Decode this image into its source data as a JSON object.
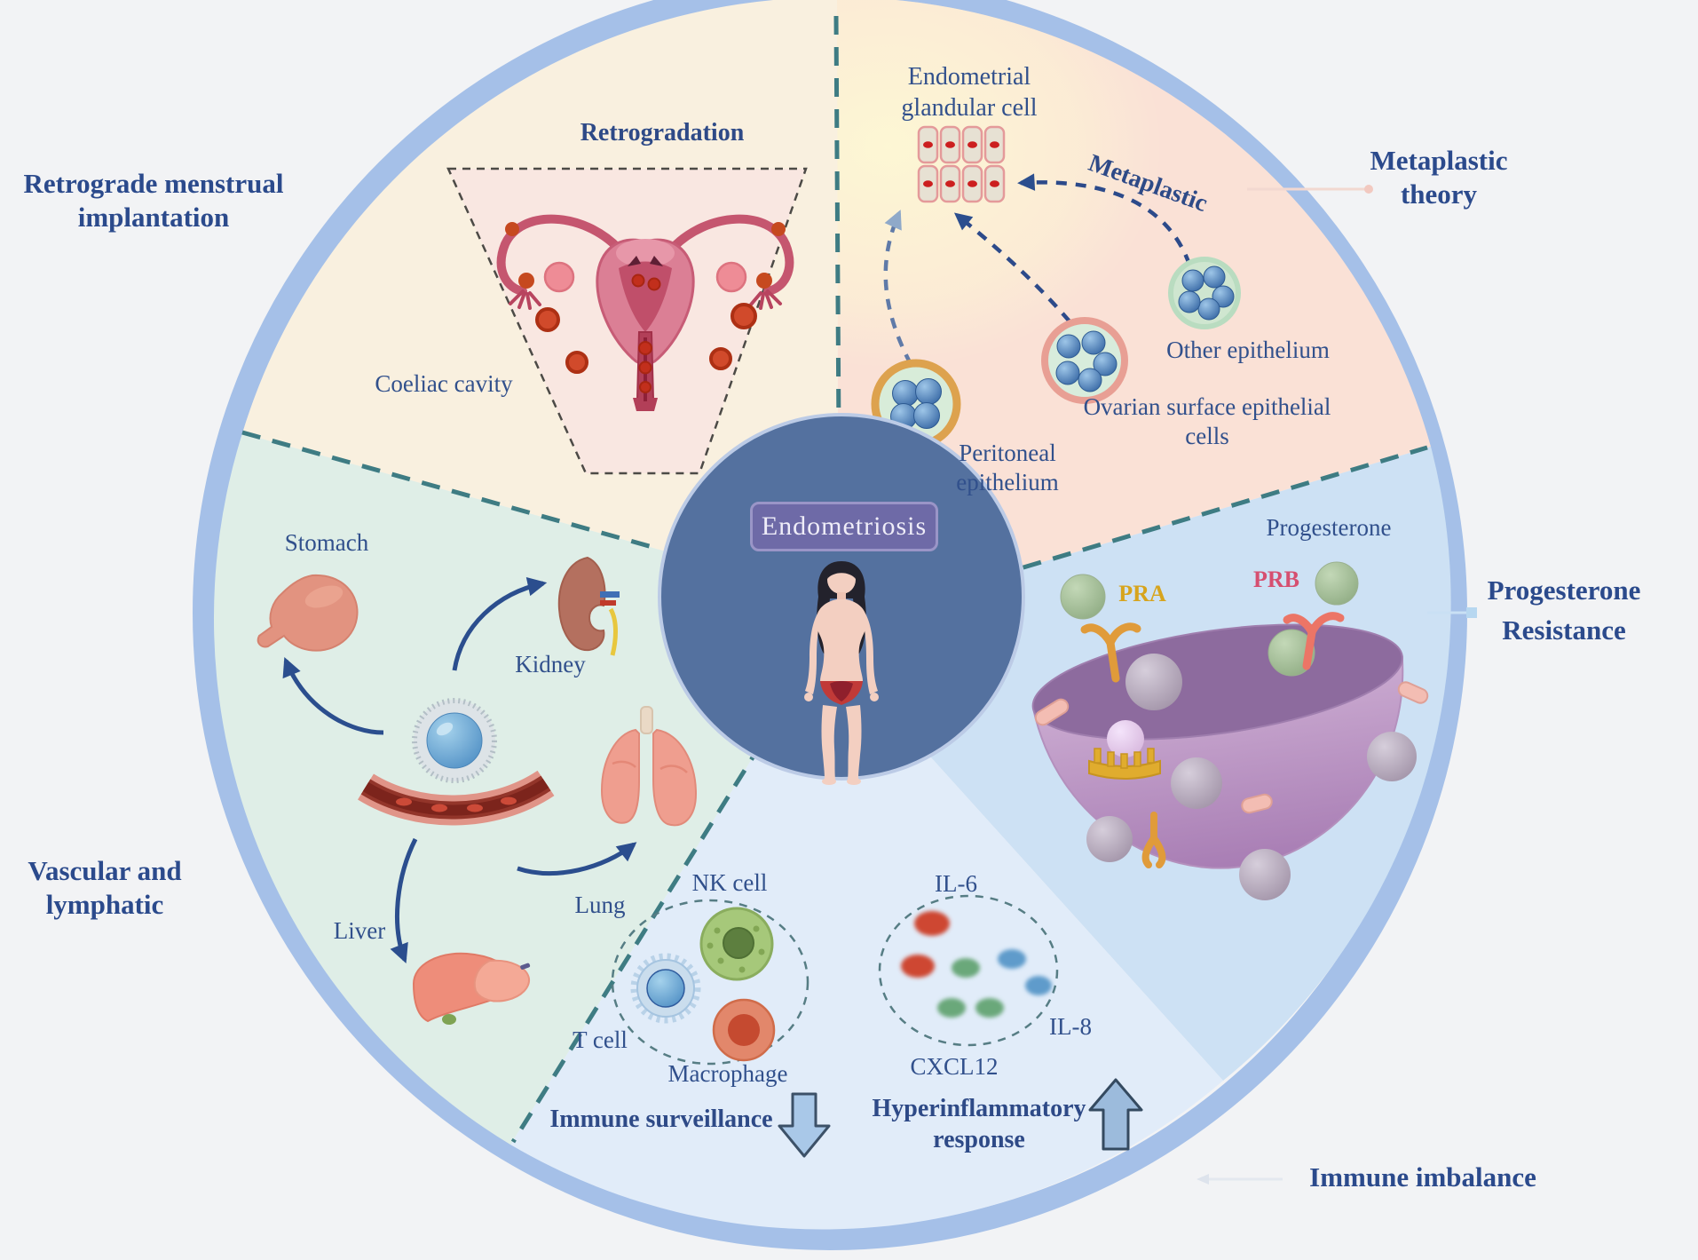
{
  "colors": {
    "ring": "#a5c0e8",
    "background": "#f2f3f5",
    "sector_retrograde": "#f9f0df",
    "sector_metaplastic": "#fae1d6",
    "sector_progesterone": "#cde1f4",
    "sector_immune": "#e1ecf9",
    "sector_vascular": "#dfeee7",
    "divider_teal": "#3e7c83",
    "label_navy": "#31508c",
    "center_circle": "#54719f",
    "center_box_purple": "#6e6aa7",
    "pra_gold": "#d7a41d",
    "prb_rose": "#d64f70"
  },
  "center": {
    "label": "Endometriosis"
  },
  "retrograde": {
    "outer_label": "Retrograde menstrual implantation",
    "title": "Retrogradation",
    "cavity": "Coeliac cavity"
  },
  "metaplastic": {
    "outer_label": "Metaplastic theory",
    "glandular": "Endometrial glandular cell",
    "process": "Metaplastic",
    "peritoneal": "Peritoneal epithelium",
    "ovarian": "Ovarian surface epithelial cells",
    "other": "Other epithelium"
  },
  "progesterone": {
    "outer_label": "Progesterone Resistance",
    "hormone": "Progesterone",
    "pra": "PRA",
    "prb": "PRB"
  },
  "immune": {
    "outer_label": "Immune imbalance",
    "nk": "NK cell",
    "t": "T cell",
    "macrophage": "Macrophage",
    "surveillance": "Immune surveillance",
    "il6": "IL-6",
    "il8": "IL-8",
    "cxcl12": "CXCL12",
    "hyper": "Hyperinflammatory response"
  },
  "vascular": {
    "outer_label": "Vascular and lymphatic",
    "stomach": "Stomach",
    "kidney": "Kidney",
    "liver": "Liver",
    "lung": "Lung"
  }
}
